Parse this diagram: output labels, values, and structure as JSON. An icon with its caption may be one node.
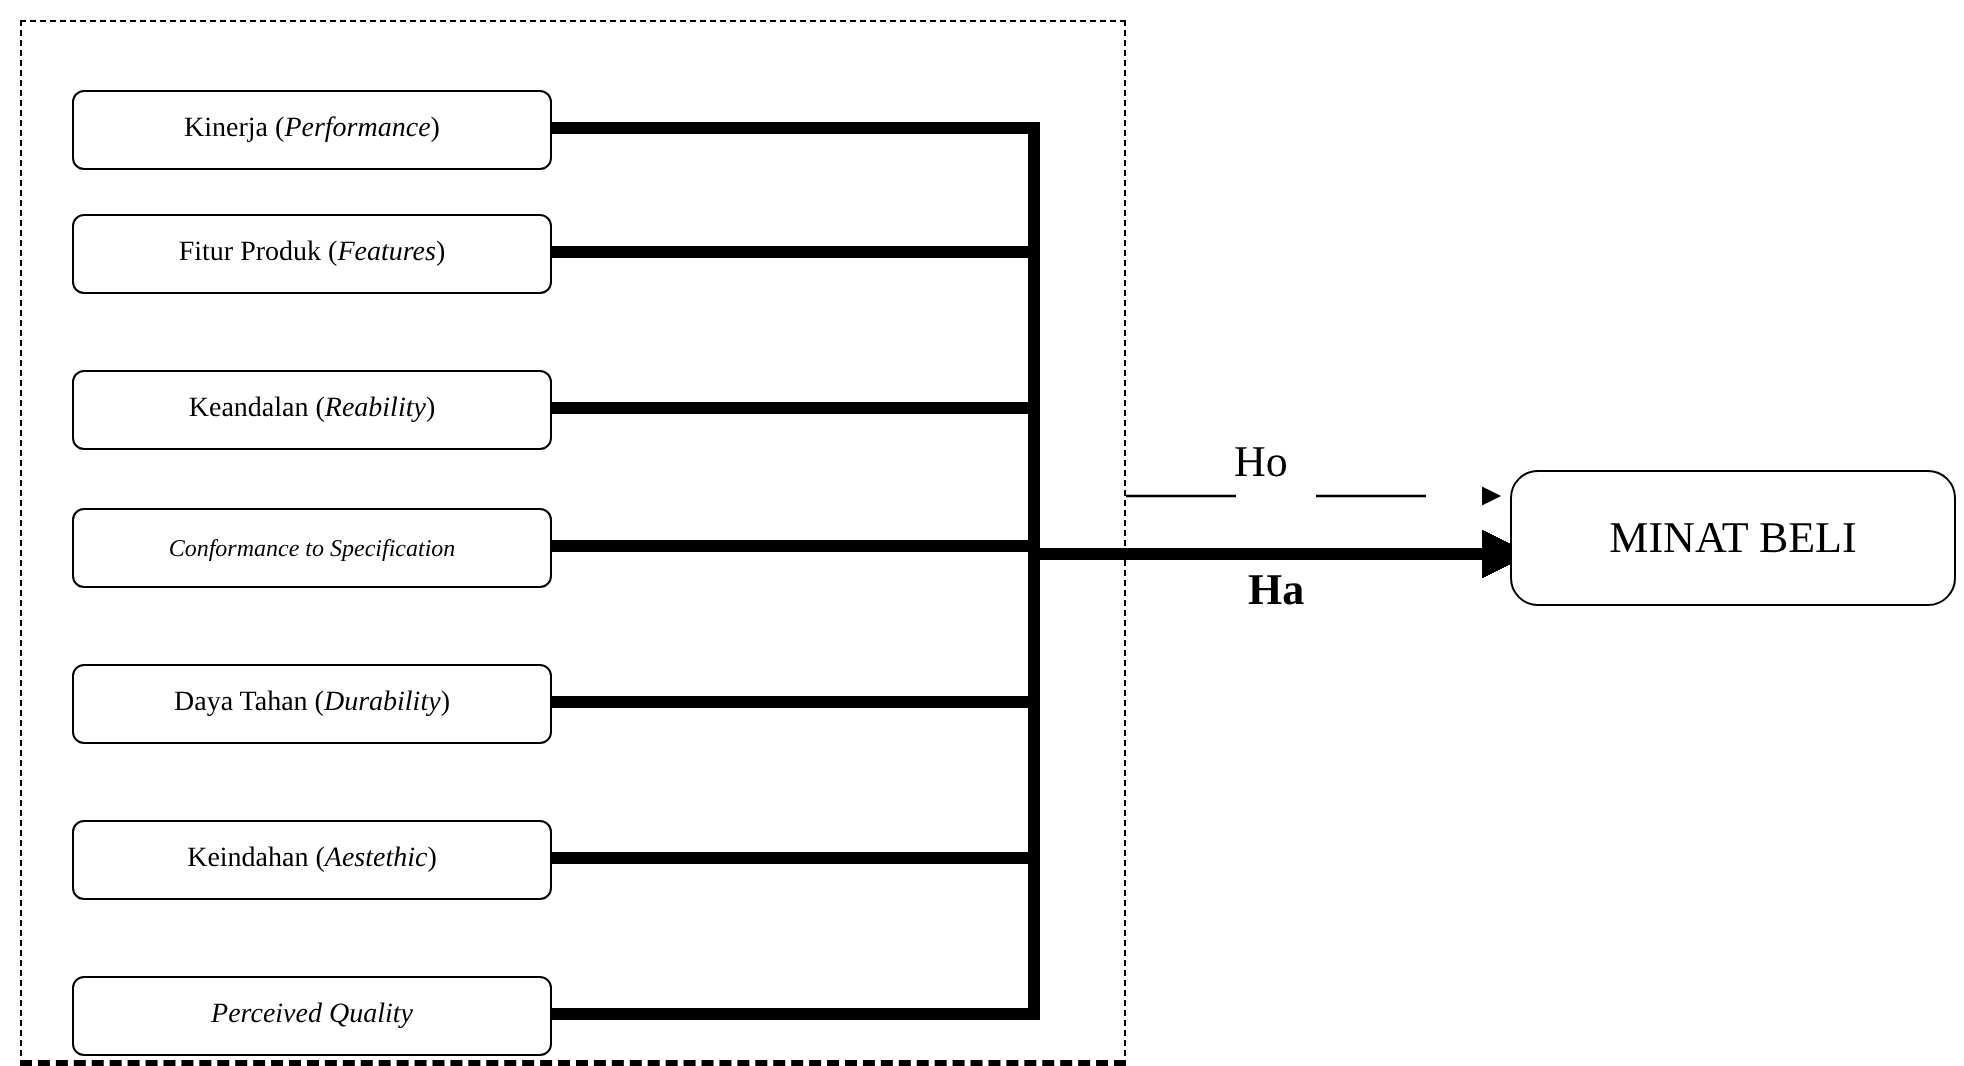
{
  "diagram": {
    "nodes": [
      {
        "text": [],
        "shape": "box"
      },
      {
        "text": [
          "Kinerja (*Performance*)"
        ],
        "in": 0
      },
      {
        "text": [
          "Fitur Produk (*Features*)"
        ],
        "in": 0
      },
      {
        "text": [
          "Keandalan (*Reability*)"
        ],
        "in": 0
      },
      {
        "text": [
          "Conformance to Specification"
        ],
        "in": 0
      },
      {
        "text": [
          "Daya Tahan (*Durability*)"
        ],
        "in": 0
      },
      {
        "text": [
          "Keindahan (*Aestethic*)"
        ],
        "in": 0
      },
      {
        "text": [
          "Perceived Quality"
        ],
        "in": 0
      },
      {
        "text": [
          "MINAT BELI"
        ]
      }
    ],
    "edges": [
      {
        "from": 1,
        "to": 8,
        "arrow": "to"
      },
      {
        "from": 2,
        "to": 8,
        "arrow": "to"
      },
      {
        "from": 3,
        "to": 8,
        "arrow": "to"
      },
      {
        "from": 4,
        "to": 8,
        "arrow": "to",
        "label": "Ha"
      },
      {
        "from": 5,
        "to": 8,
        "arrow": "to"
      },
      {
        "from": 6,
        "to": 8,
        "arrow": "to"
      },
      {
        "from": 7,
        "to": 8,
        "arrow": "to"
      },
      {
        "from": 0,
        "to": 8,
        "arrow": "to",
        "style": "dashed",
        "label": "Ho"
      }
    ]
  }
}
